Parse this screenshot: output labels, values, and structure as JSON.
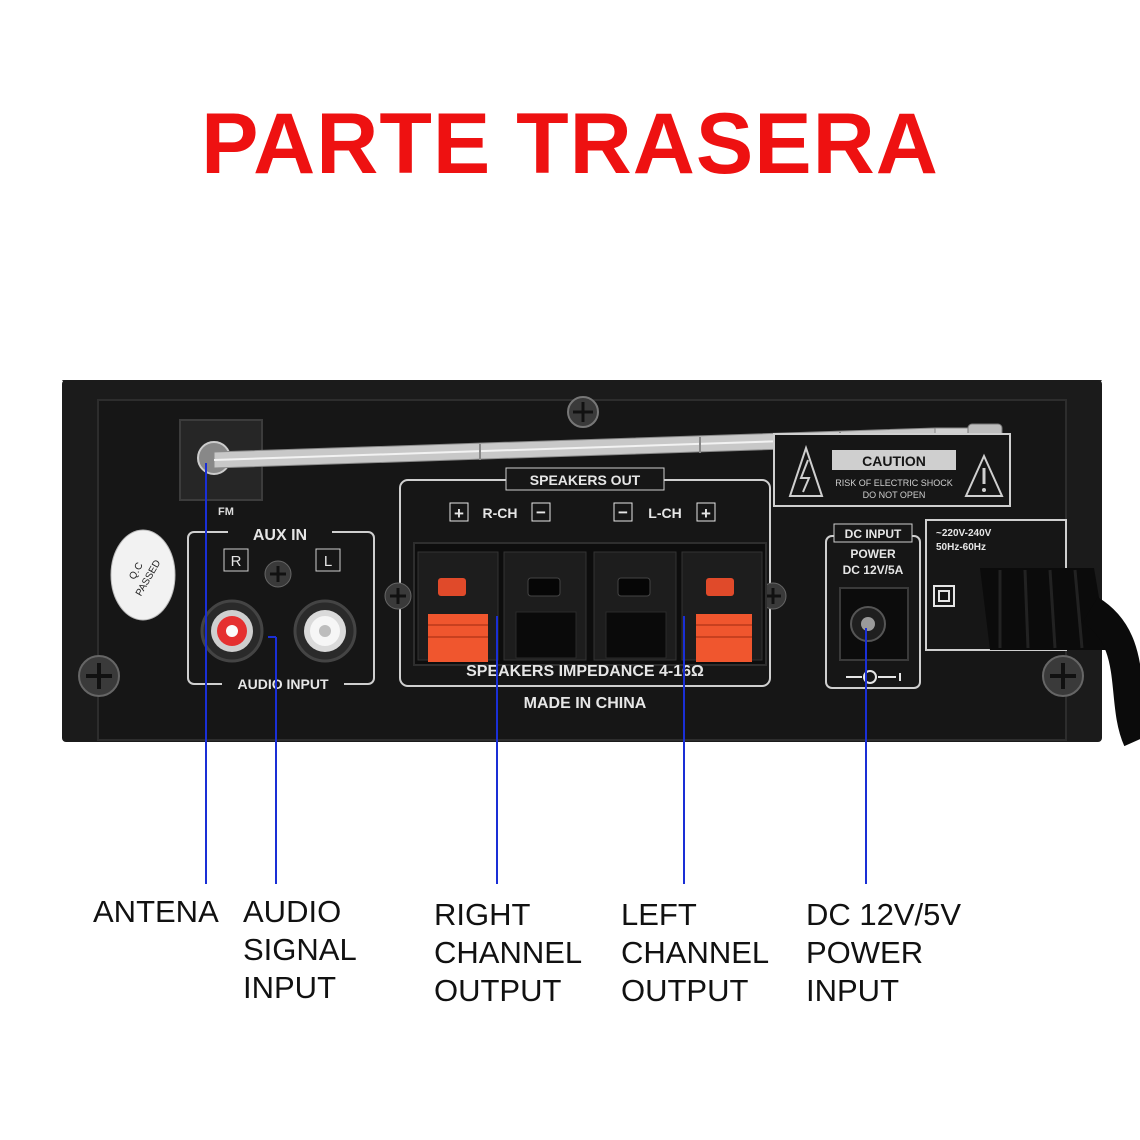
{
  "title": "PARTE TRASERA",
  "panel": {
    "speakers_out": "SPEAKERS OUT",
    "plus": "+",
    "minus": "−",
    "r_ch": "R-CH",
    "l_ch": "L-CH",
    "fm": "FM",
    "aux_in": "AUX IN",
    "aux_r": "R",
    "aux_l": "L",
    "audio_input": "AUDIO INPUT",
    "qc_line1": "Q.C",
    "qc_line2": "PASSED",
    "impedance": "SPEAKERS IMPEDANCE 4-16Ω",
    "made_in": "MADE IN CHINA",
    "caution": "CAUTION",
    "risk_line1": "RISK OF ELECTRIC SHOCK",
    "risk_line2": "DO NOT OPEN",
    "dc_input": "DC INPUT",
    "power": "POWER",
    "dc_rating": "DC 12V/5A",
    "ac_rating": "~220V-240V",
    "ac_freq": "50Hz-60Hz"
  },
  "callouts": {
    "antena": [
      "ANTENA"
    ],
    "audio": [
      "AUDIO",
      "SIGNAL",
      "INPUT"
    ],
    "right": [
      "RIGHT",
      "CHANNEL",
      "OUTPUT"
    ],
    "left": [
      "LEFT",
      "CHANNEL",
      "OUTPUT"
    ],
    "power": [
      "DC 12V/5V",
      "POWER",
      "INPUT"
    ]
  }
}
